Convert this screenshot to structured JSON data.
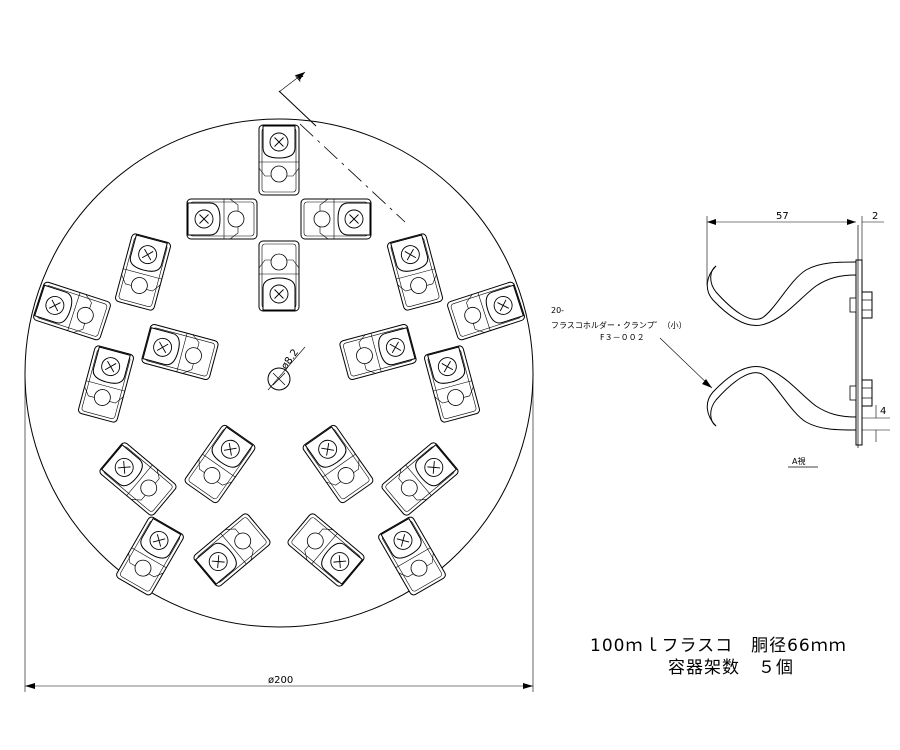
{
  "main_view": {
    "diameter_label": "ø200",
    "hole_label": "ø8.2",
    "section_marker": "A"
  },
  "section_view": {
    "caption": "A視",
    "dim_width": "57",
    "dim_thickness": "2",
    "dim_offset": "4"
  },
  "callout": {
    "number": "20-",
    "part_name": "フラスコホルダー・クランプ゛（小）",
    "part_code": "F３－００２"
  },
  "title": {
    "line1": "100ｍｌフラスコ　胴径66ｍｍ",
    "line2": "容器架数　５個"
  }
}
